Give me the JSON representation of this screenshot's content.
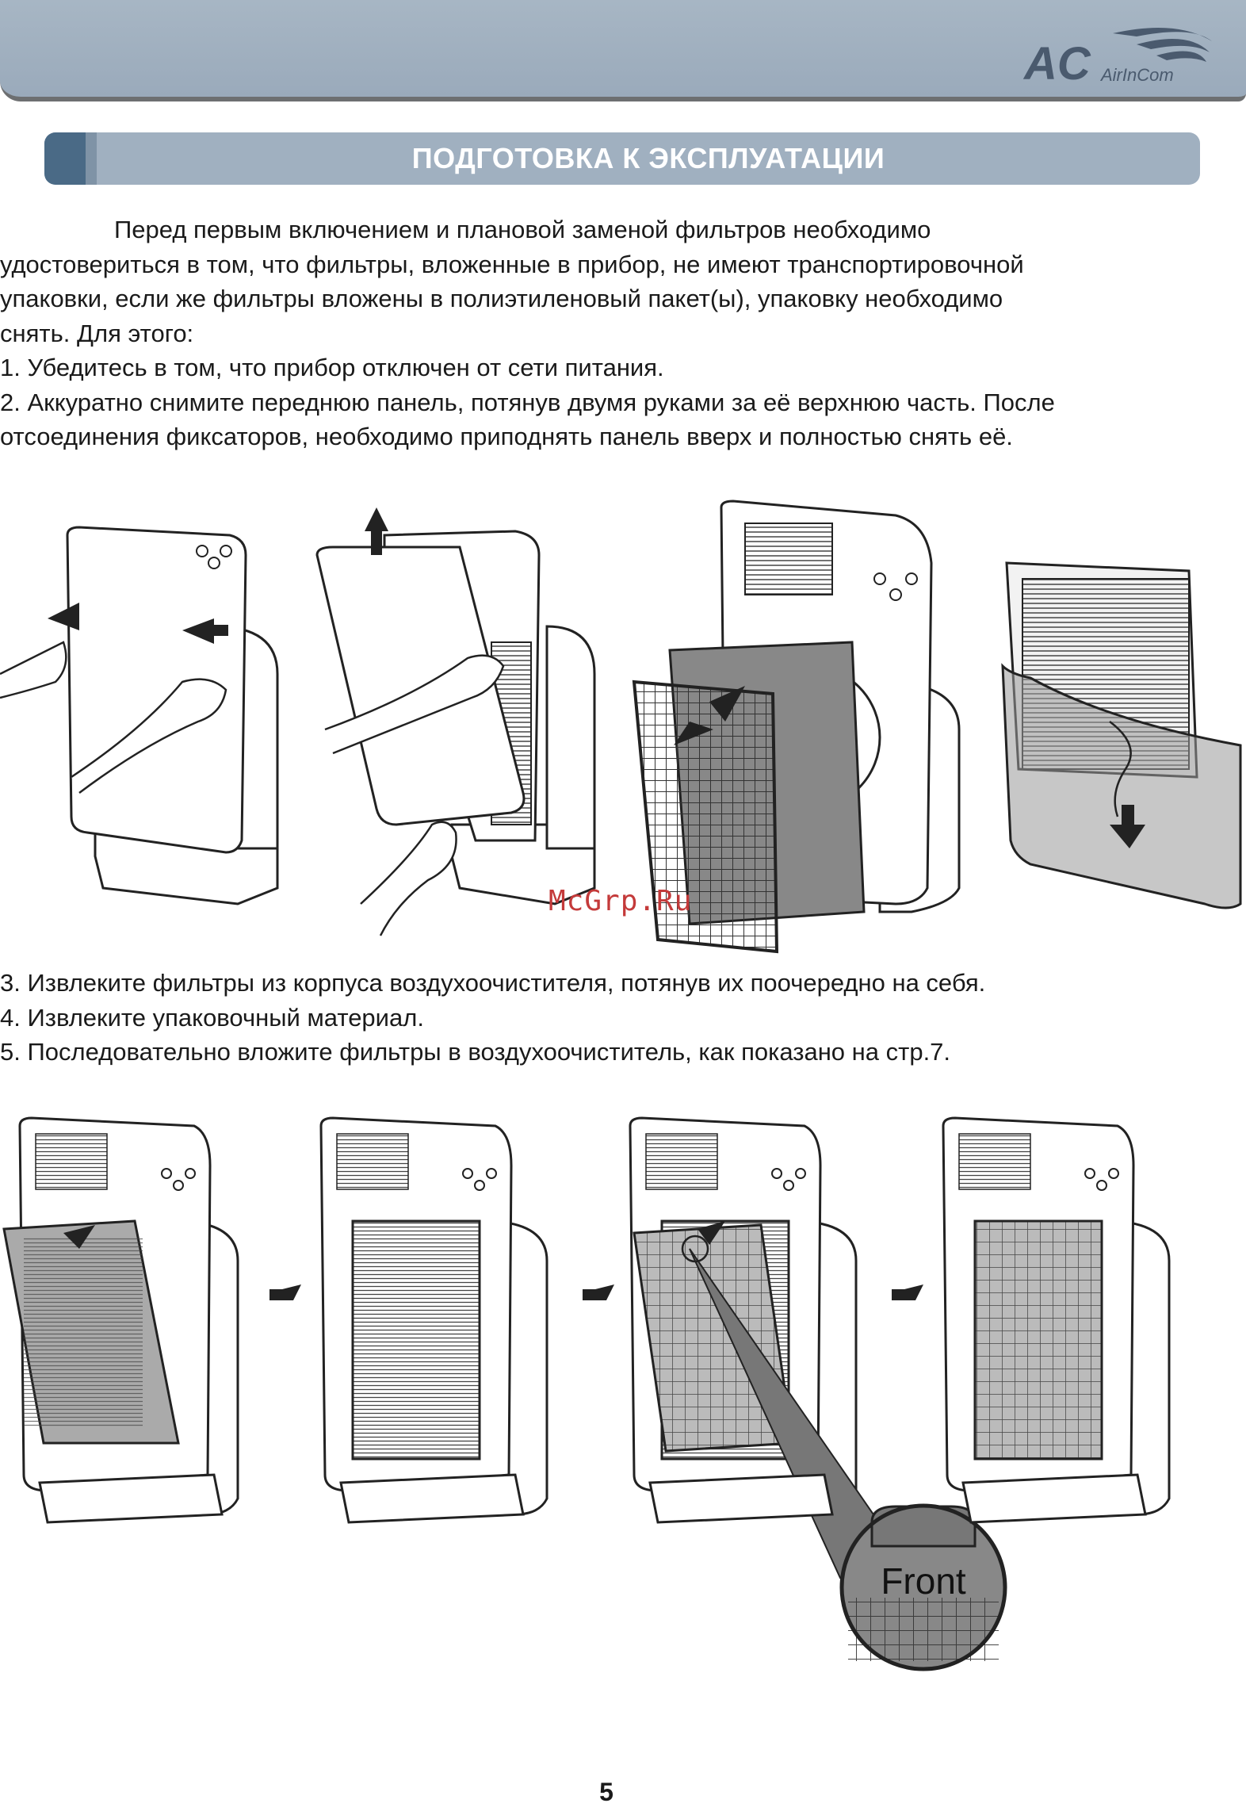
{
  "header": {
    "logo_mark": "AC",
    "logo_text": "AirInCom"
  },
  "section": {
    "title": "ПОДГОТОВКА К ЭКСПЛУАТАЦИИ"
  },
  "intro": {
    "lines": [
      "Перед первым включением и плановой заменой фильтров необходимо",
      "удостовериться в том, что фильтры, вложенные в прибор, не имеют транспортировочной",
      "упаковки, если же фильтры вложены в полиэтиленовый пакет(ы), упаковку необходимо",
      "снять. Для этого:"
    ]
  },
  "steps_top": [
    "1. Убедитесь в том, что прибор отключен от сети питания.",
    "2. Аккуратно снимите переднюю панель, потянув двумя руками за её верхнюю часть. После",
    "отсоединения фиксаторов, необходимо приподнять панель вверх и полностью снять её."
  ],
  "steps_bottom": [
    "3. Извлеките фильтры из корпуса воздухоочистителя, потянув их поочередно на себя.",
    "4. Извлеките упаковочный материал.",
    "5. Последовательно вложите фильтры в воздухоочиститель, как показано на стр.7."
  ],
  "callout": {
    "label": "Front"
  },
  "watermark": "McGrp.Ru",
  "page_number": "5",
  "colors": {
    "header": "#a0b0c0",
    "accent": "#4a6a86",
    "watermark": "#c43a3a"
  }
}
